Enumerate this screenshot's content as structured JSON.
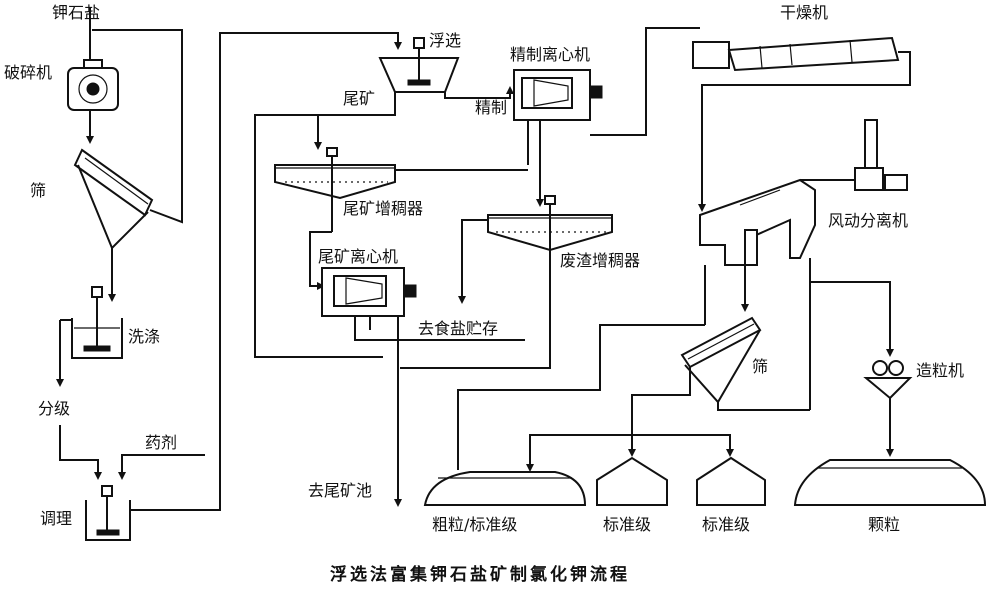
{
  "caption": "浮选法富集钾石盐矿制氯化钾流程",
  "labels": {
    "feed": "钾石盐",
    "crusher": "破碎机",
    "screen1": "筛",
    "washing": "洗涤",
    "classify": "分级",
    "reagent": "药剂",
    "conditioning": "调理",
    "flotation": "浮选",
    "tailings": "尾矿",
    "fine_centrifuge": "精制离心机",
    "concentrate": "精制",
    "dryer": "干燥机",
    "tail_thickener": "尾矿增稠器",
    "tail_centrifuge": "尾矿离心机",
    "slag_thickener": "废渣增稠器",
    "to_salt_storage": "去食盐贮存",
    "to_tail_pond": "去尾矿池",
    "air_separator": "风动分离机",
    "screen2": "筛",
    "granulator": "造粒机",
    "coarse_standard": "粗粒/标准级",
    "standard_1": "标准级",
    "standard_2": "标准级",
    "granules": "颗粒"
  }
}
